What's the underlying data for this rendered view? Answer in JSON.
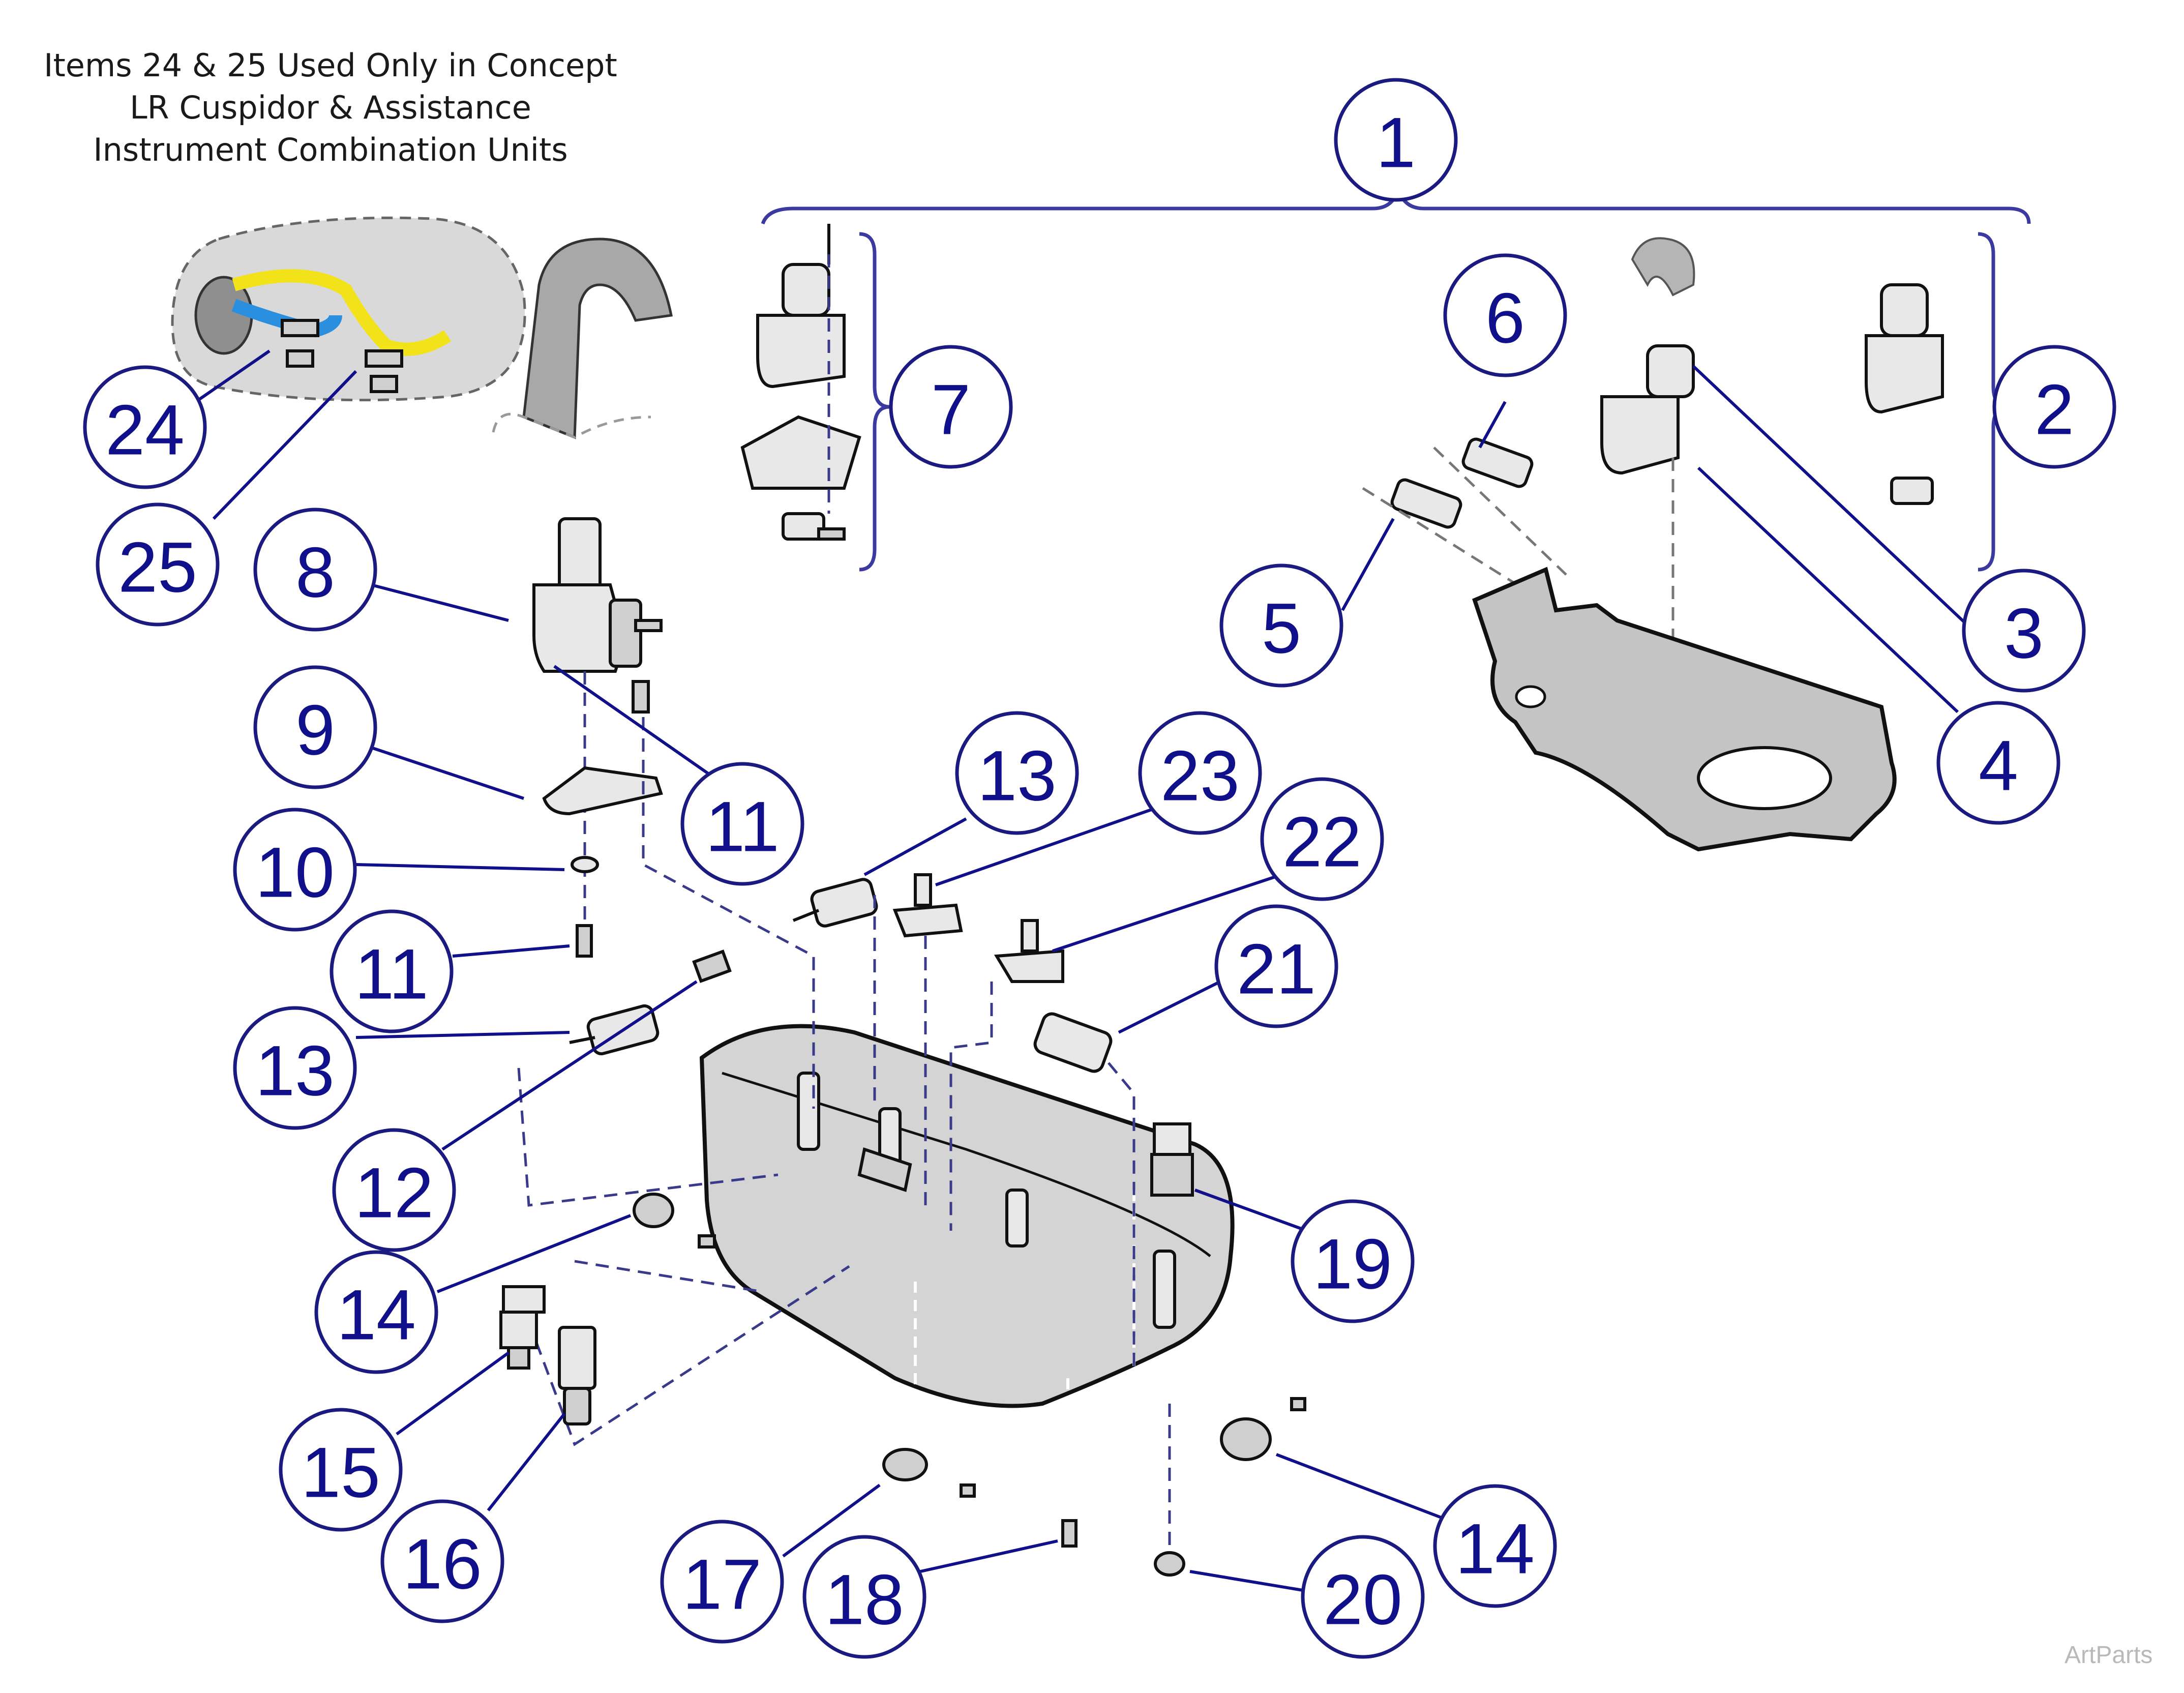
{
  "note": {
    "line1": "Items 24 & 25 Used Only in Concept",
    "line2": "LR Cuspidor & Assistance",
    "line3": "Instrument Combination Units"
  },
  "watermark": "ArtParts",
  "colors": {
    "callout_stroke": "#1a1a80",
    "callout_text": "#10108a",
    "tube_yellow": "#f2e21a",
    "tube_blue": "#2b8fe0"
  },
  "callouts": {
    "c1": "1",
    "c2": "2",
    "c3": "3",
    "c4": "4",
    "c5": "5",
    "c6": "6",
    "c7": "7",
    "c8": "8",
    "c9": "9",
    "c10": "10",
    "c11a": "11",
    "c11b": "11",
    "c12": "12",
    "c13a": "13",
    "c13b": "13",
    "c14a": "14",
    "c14b": "14",
    "c15": "15",
    "c16": "16",
    "c17": "17",
    "c18": "18",
    "c19": "19",
    "c20": "20",
    "c21": "21",
    "c22": "22",
    "c23": "23",
    "c24": "24",
    "c25": "25"
  }
}
